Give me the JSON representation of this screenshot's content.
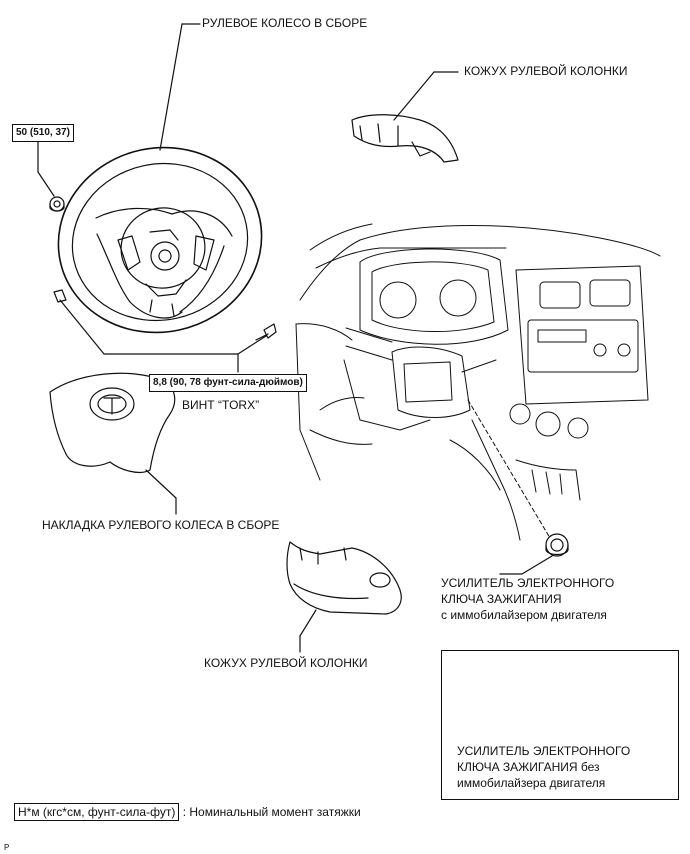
{
  "labels": {
    "steering_wheel": "РУЛЕВОЕ КОЛЕСО В СБОРЕ",
    "column_cover_upper": "КОЖУХ РУЛЕВОЙ КОЛОНКИ",
    "torque_nut": "50 (510, 37)",
    "torque_torx": "8,8 (90, 78 фунт-сила-дюймов)",
    "torx_screw": "ВИНТ “TORX”",
    "horn_pad": "НАКЛАДКА РУЛЕВОГО КОЛЕСА В СБОРЕ",
    "amplifier_with_line1": "УСИЛИТЕЛЬ ЭЛЕКТРОННОГО",
    "amplifier_with_line2": "КЛЮЧА ЗАЖИГАНИЯ",
    "amplifier_with_line3": "с иммобилайзером двигателя",
    "column_cover_lower": "КОЖУХ РУЛЕВОЙ КОЛОНКИ",
    "amplifier_without_line1": "УСИЛИТЕЛЬ ЭЛЕКТРОННОГО",
    "amplifier_without_line2": "КЛЮЧА ЗАЖИГАНИЯ без",
    "amplifier_without_line3": "иммобилайзера двигателя"
  },
  "legend": {
    "unit_box": "Н*м (кгс*см, фунт-сила-фут)",
    "description": ": Номинальный момент затяжки"
  },
  "corner_mark": "P"
}
